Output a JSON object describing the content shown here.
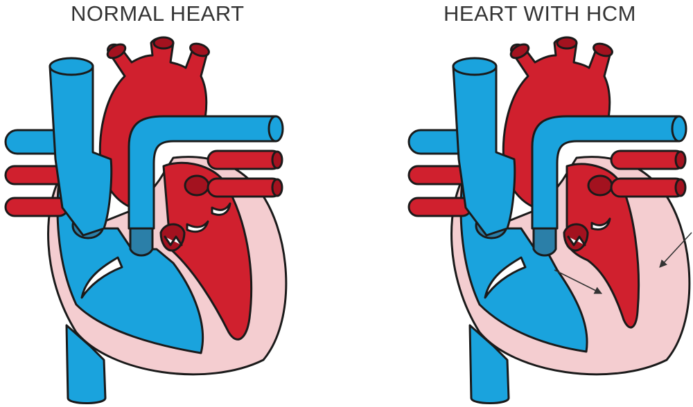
{
  "panels": [
    {
      "title": "NORMAL HEART",
      "condition": "normal"
    },
    {
      "title": "HEART WITH HCM",
      "condition": "hcm"
    }
  ],
  "colors": {
    "deoxygenated_blue": "#1aa3dd",
    "oxygenated_red": "#d0202e",
    "muscle_pink": "#f4cdd0",
    "dark_red": "#a3121f",
    "valve_blue": "#2b7fa8",
    "outline": "#1a1a1a"
  },
  "annotations": {
    "hcm_arrows": 2,
    "meaning": "thickened ventricular walls"
  }
}
